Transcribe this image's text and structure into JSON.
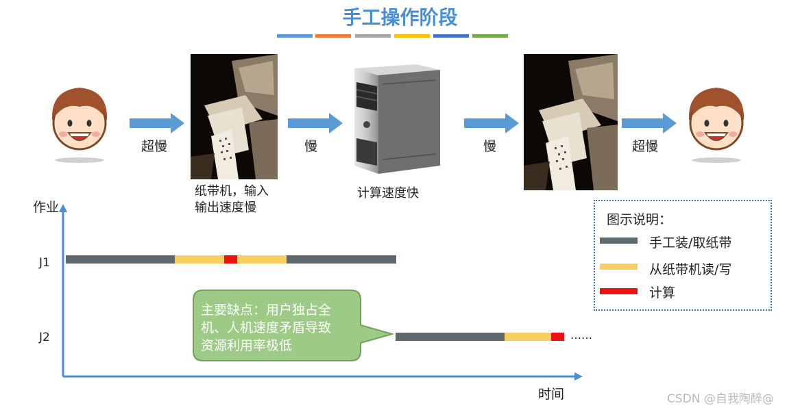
{
  "title": "手工操作阶段",
  "colors": [
    "#5b9bd5",
    "#ed7d31",
    "#a5a5a5",
    "#ffc000",
    "#4472c4",
    "#70ad47"
  ],
  "arrow_labels": [
    "超慢",
    "慢",
    "慢",
    "超慢"
  ],
  "captions": {
    "tape_machine_line1": "纸带机，输入",
    "tape_machine_line2": "输出速度慢",
    "computer": "计算速度快"
  },
  "axes": {
    "y": "作业",
    "x": "时间"
  },
  "jobs": [
    {
      "label": "J1",
      "segments": [
        "manual",
        "io",
        "compute",
        "io",
        "manual"
      ]
    },
    {
      "label": "J2",
      "segments": [
        "manual",
        "io",
        "compute"
      ],
      "trail": "……"
    }
  ],
  "callout": {
    "line1": "主要缺点：用户独占全",
    "line2": "机、人机速度矛盾导致",
    "line3": "资源利用率极低"
  },
  "legend": {
    "title": "图示说明：",
    "items": [
      {
        "key": "manual",
        "label": "手工装/取纸带",
        "color": "#5f6a6e"
      },
      {
        "key": "io",
        "label": "从纸带机读/写",
        "color": "#f7cf63"
      },
      {
        "key": "compute",
        "label": "计算",
        "color": "#ee1111"
      }
    ]
  },
  "watermark": "CSDN @自我陶醉@"
}
